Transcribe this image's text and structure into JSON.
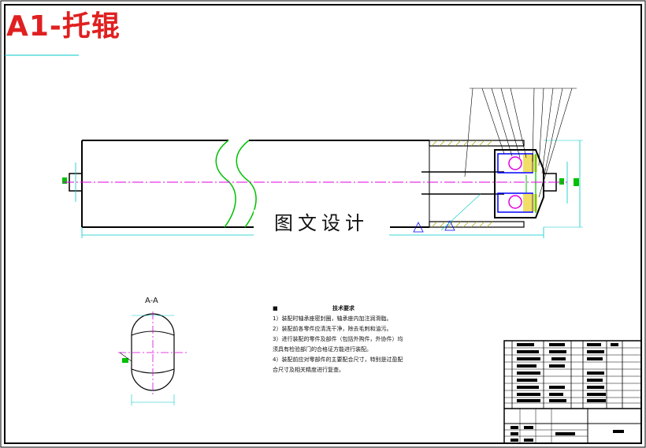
{
  "title": "A1-托辊",
  "watermark": "图文设计",
  "section_label": "A-A",
  "tech_notes": {
    "bullet": "■",
    "heading": "技术要求",
    "lines": [
      "1）装配时轴承座密封圈，轴承座内加注润滑脂。",
      "2）装配前各零件应清洗干净，除去毛刺和油污。",
      "3）进行装配的零件及部件（包括外购件，外协件）均",
      "须具有检验部门的合格证方能进行装配。",
      "4）装配前应对零部件的主要配合尺寸，特别是过盈配",
      "合尺寸及相关精度进行复查。"
    ]
  },
  "colors": {
    "title": "#e02020",
    "frame": "#000000",
    "dimension": "#00c8c8",
    "centerline": "#e000e0",
    "break_line": "#00c000",
    "hatch": "#a0a000",
    "bearing_section": "#0000ff"
  }
}
